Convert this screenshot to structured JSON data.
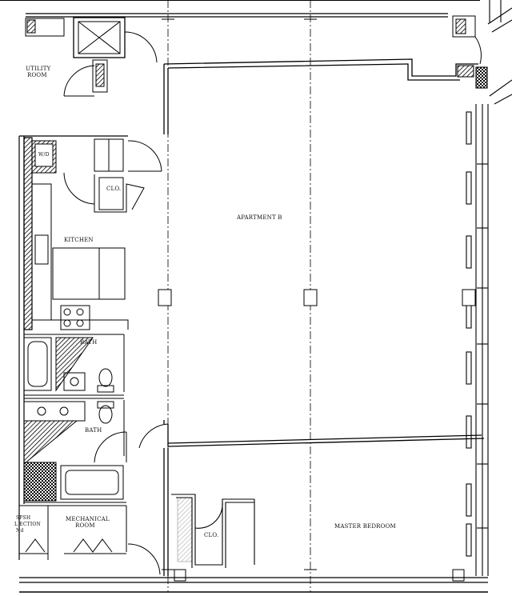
{
  "rooms": {
    "utility_line1": "UTILITY",
    "utility_line2": "ROOM",
    "washer_dryer": "W/D",
    "closet_top": "CLO.",
    "apartment": "APARTMENT B",
    "kitchen": "KITCHEN",
    "bath_upper": "BATH",
    "bath_lower": "BATH",
    "mechanical_line1": "MECHANICAL",
    "mechanical_line2": "ROOM",
    "closet_bottom": "CLO.",
    "master_bedroom": "MASTER BEDROOM",
    "left_edge_line1": "SPSH",
    "left_edge_line2": "L ECTION",
    "left_edge_line3": "Nd"
  }
}
